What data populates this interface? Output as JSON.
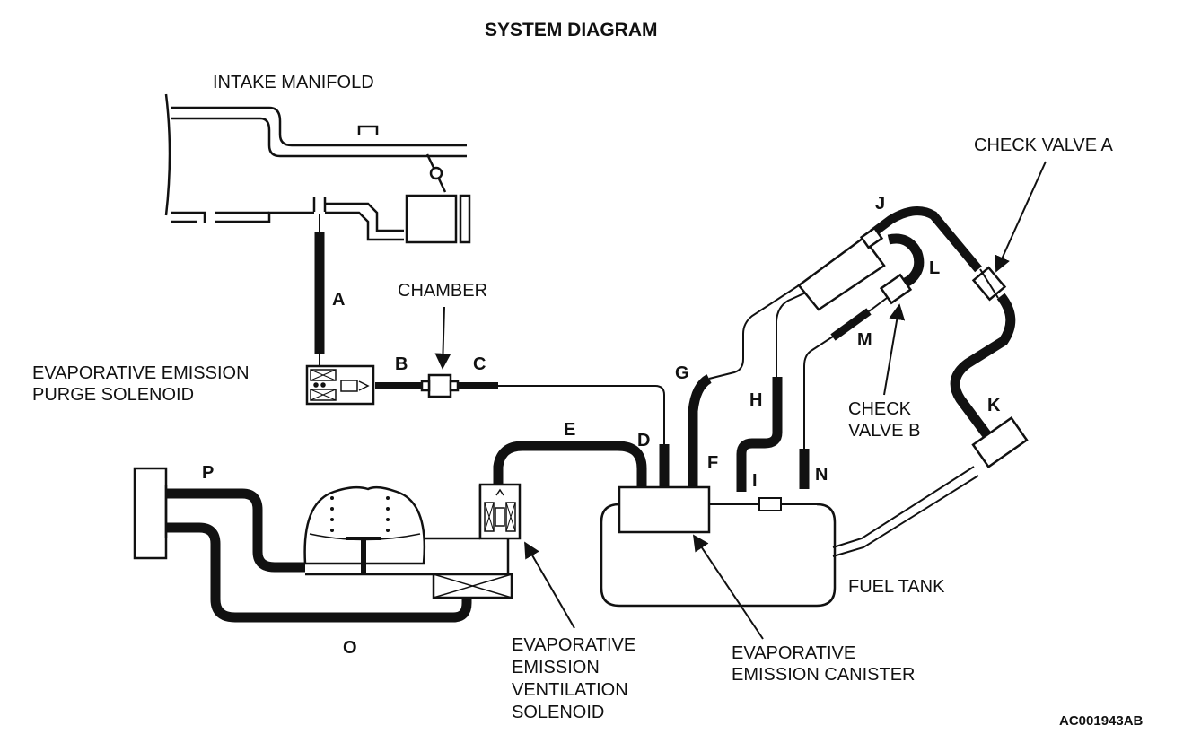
{
  "title": "SYSTEM DIAGRAM",
  "figure_code": "AC001943AB",
  "components": {
    "intake_manifold": "INTAKE MANIFOLD",
    "chamber": "CHAMBER",
    "purge_solenoid": [
      "EVAPORATIVE EMISSION",
      "PURGE SOLENOID"
    ],
    "ventilation_solenoid": [
      "EVAPORATIVE",
      "EMISSION",
      "VENTILATION",
      "SOLENOID"
    ],
    "canister": [
      "EVAPORATIVE",
      "EMISSION CANISTER"
    ],
    "fuel_tank": "FUEL TANK",
    "check_valve_a": "CHECK VALVE A",
    "check_valve_b": [
      "CHECK",
      "VALVE B"
    ]
  },
  "hose_labels": {
    "A": "A",
    "B": "B",
    "C": "C",
    "D": "D",
    "E": "E",
    "F": "F",
    "G": "G",
    "H": "H",
    "I": "I",
    "J": "J",
    "K": "K",
    "L": "L",
    "M": "M",
    "N": "N",
    "O": "O",
    "P": "P"
  },
  "colors": {
    "line": "#111111",
    "background": "#ffffff"
  }
}
